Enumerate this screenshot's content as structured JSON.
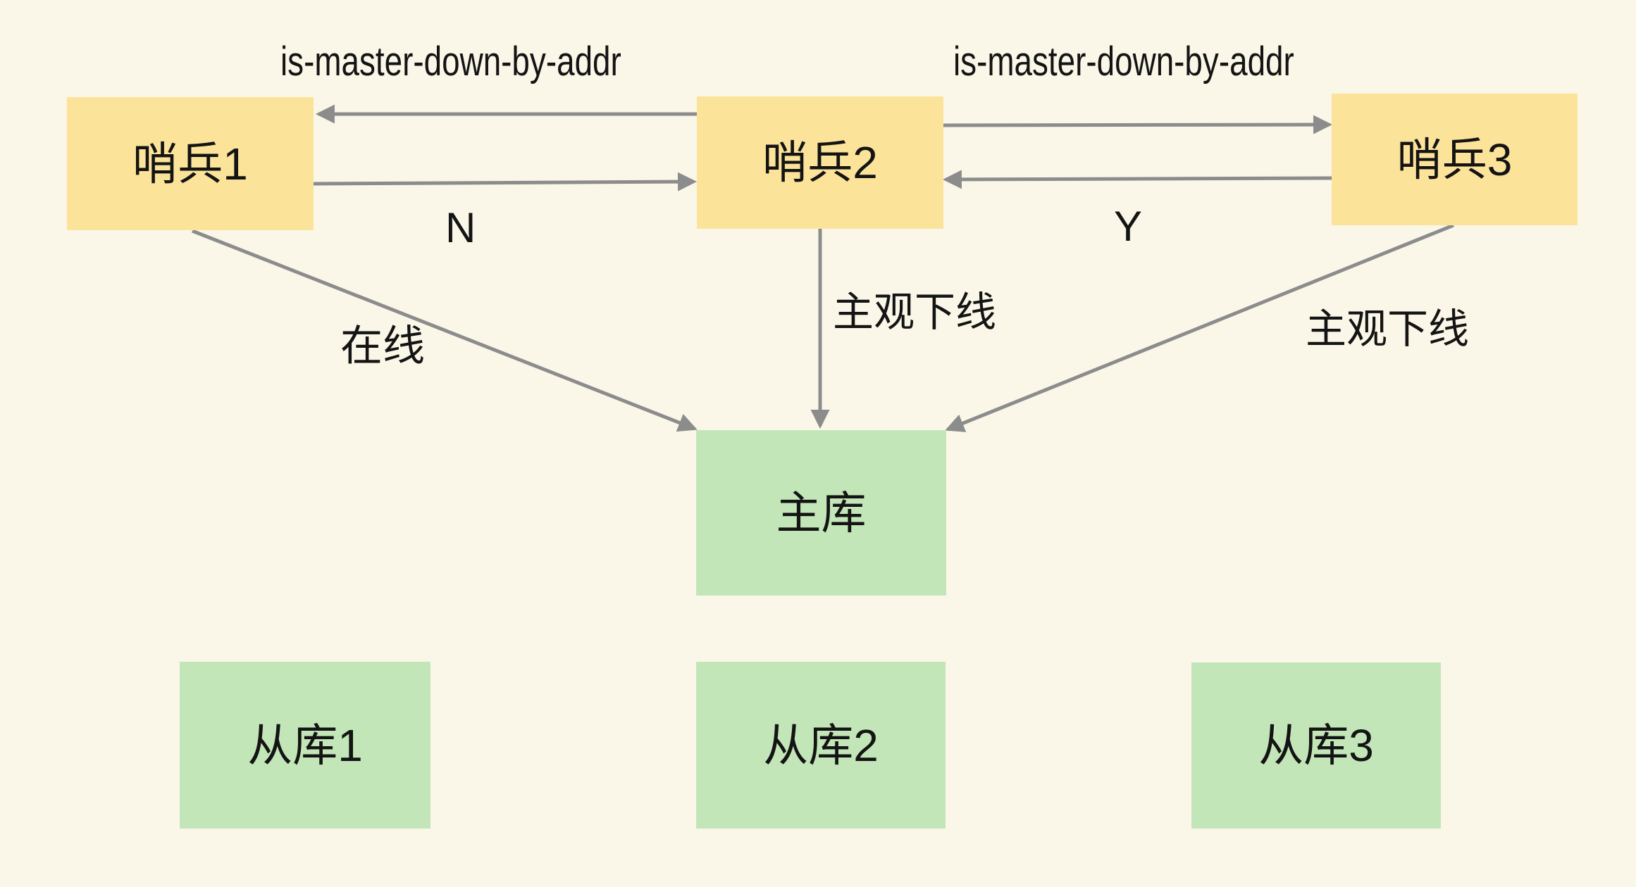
{
  "diagram": {
    "background_color": "#FAF7E8",
    "colors": {
      "sentinel_fill": "#FCE39A",
      "database_fill": "#C3E6B8",
      "arrow": "#8C8C8C",
      "text": "#141414"
    },
    "nodes": [
      {
        "id": "sentinel-1",
        "label": "哨兵1",
        "kind": "sentinel"
      },
      {
        "id": "sentinel-2",
        "label": "哨兵2",
        "kind": "sentinel"
      },
      {
        "id": "sentinel-3",
        "label": "哨兵3",
        "kind": "sentinel"
      },
      {
        "id": "master",
        "label": "主库",
        "kind": "database"
      },
      {
        "id": "slave-1",
        "label": "从库1",
        "kind": "database"
      },
      {
        "id": "slave-2",
        "label": "从库2",
        "kind": "database"
      },
      {
        "id": "slave-3",
        "label": "从库3",
        "kind": "database"
      }
    ],
    "edges": [
      {
        "from": "sentinel-2",
        "to": "sentinel-1",
        "label": "is-master-down-by-addr"
      },
      {
        "from": "sentinel-1",
        "to": "sentinel-2",
        "label": "N"
      },
      {
        "from": "sentinel-2",
        "to": "sentinel-3",
        "label": "is-master-down-by-addr"
      },
      {
        "from": "sentinel-3",
        "to": "sentinel-2",
        "label": "Y"
      },
      {
        "from": "sentinel-1",
        "to": "master",
        "label": "在线"
      },
      {
        "from": "sentinel-2",
        "to": "master",
        "label": "主观下线"
      },
      {
        "from": "sentinel-3",
        "to": "master",
        "label": "主观下线"
      }
    ]
  }
}
